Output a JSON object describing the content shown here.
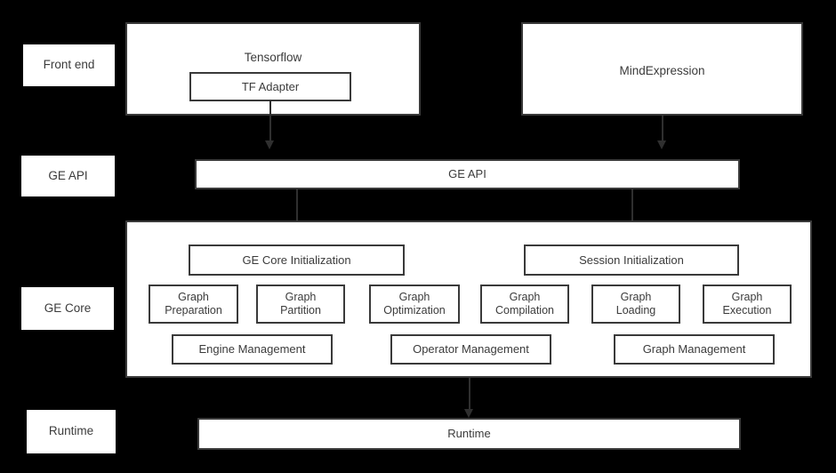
{
  "diagram": {
    "title": "GE architecture layered diagram",
    "background_color": "#000000",
    "box_fill": "#ffffff",
    "box_border": "#3a3a3a",
    "text_color": "#3b3b3b"
  },
  "layer_labels": [
    {
      "id": "front-end",
      "label": "Front end"
    },
    {
      "id": "ge-api",
      "label": "GE API"
    },
    {
      "id": "ge-core",
      "label": "GE Core"
    },
    {
      "id": "runtime",
      "label": "Runtime"
    }
  ],
  "front_end": {
    "tensorflow": {
      "title": "Tensorflow",
      "child": "TF Adapter"
    },
    "mindexpression": {
      "title": "MindExpression"
    }
  },
  "ge_api": {
    "bar_label": "GE API"
  },
  "ge_core": {
    "init_boxes": [
      {
        "label": "GE Core Initialization"
      },
      {
        "label": "Session Initialization"
      }
    ],
    "module_boxes": [
      {
        "label": "Graph\nPreparation"
      },
      {
        "label": "Graph\nPartition"
      },
      {
        "label": "Graph\nOptimization"
      },
      {
        "label": "Graph\nCompilation"
      },
      {
        "label": "Graph\nLoading"
      },
      {
        "label": "Graph\nExecution"
      }
    ],
    "management_boxes": [
      {
        "label": "Engine Management"
      },
      {
        "label": "Operator Management"
      },
      {
        "label": "Graph Management"
      }
    ]
  },
  "runtime": {
    "bar_label": "Runtime"
  }
}
